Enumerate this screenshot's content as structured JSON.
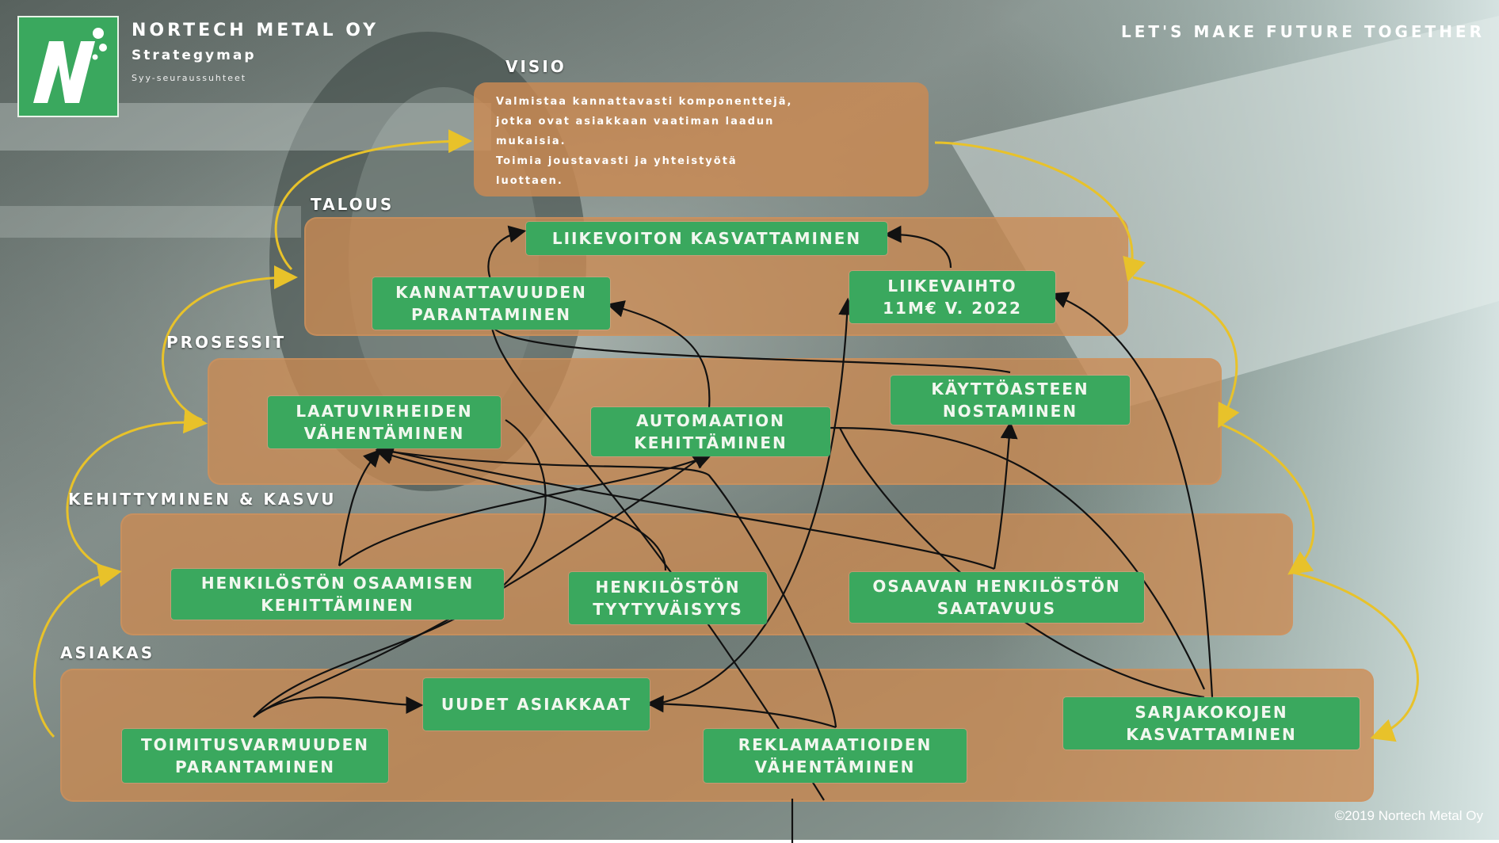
{
  "header": {
    "company": "NORTECH METAL OY",
    "title": "Strategymap",
    "subtitle": "Syy-seuraussuhteet",
    "slogan": "LET'S MAKE FUTURE TOGETHER"
  },
  "vision": {
    "label": "VISIO",
    "text": "Valmistaa kannattavasti komponenttejä,\njotka ovat asiakkaan vaatiman laadun\nmukaisia.\nToimia joustavasti ja yhteistyötä\nluottaen."
  },
  "perspectives": {
    "talous": "TALOUS",
    "prosessit": "PROSESSIT",
    "kehittyminen": "Kehittyminen & kasvu",
    "asiakas": "ASIAKAS"
  },
  "objectives": {
    "liikevoitto": "Liikevoiton kasvattaminen",
    "kannattavuus": "Kannattavuuden\nparantaminen",
    "liikevaihto": "Liikevaihto\n11m€ v. 2022",
    "laatuvirheet": "Laatuvirheiden\nvähentäminen",
    "automaatio": "Automaation\nkehittäminen",
    "kayttoaste": "Käyttöasteen\nnostaminen",
    "osaaminen": "Henkilöstön osaamisen\nkehittäminen",
    "tyytyvaisyys": "Henkilöstön\ntyytyväisyys",
    "saatavuus": "Osaavan henkilöstön\nsaatavuus",
    "uudet_asiakkaat": "Uudet asiakkaat",
    "toimitusvarmuus": "Toimitusvarmuuden\nparantaminen",
    "reklamaatiot": "Reklamaatioiden\nvähentäminen",
    "sarjakoko": "Sarjakokojen\nkasvattaminen"
  },
  "copyright": "©2019 Nortech Metal Oy",
  "colors": {
    "objective_green": "#3aa85e",
    "band_orange": "#cc8a52",
    "cycle_yellow": "#e8c22a",
    "arrow_black": "#111111"
  },
  "icons": [
    "nortech-logo-icon"
  ]
}
